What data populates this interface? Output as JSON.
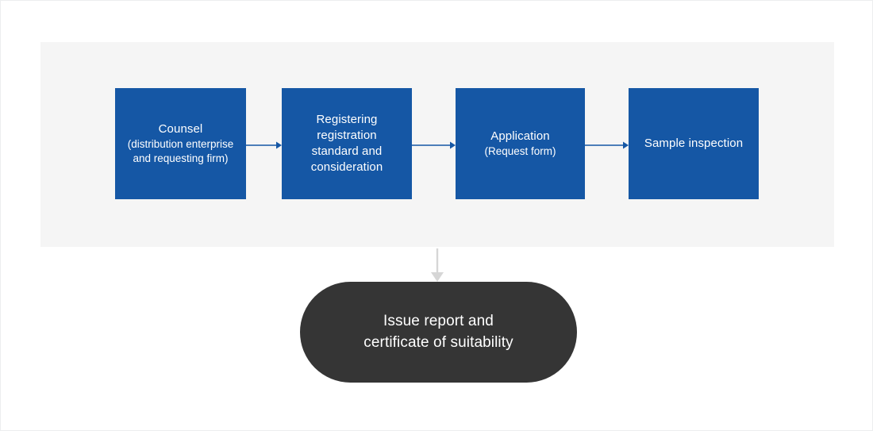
{
  "diagram": {
    "type": "process-flow",
    "orientation": "horizontal-then-down",
    "colors": {
      "step_fill": "#1557a5",
      "step_text": "#ffffff",
      "band_background": "#f5f5f5",
      "page_background": "#ffffff",
      "arrow_horizontal": "#1557a5",
      "arrow_vertical": "#d6d6d6",
      "result_fill": "#353535",
      "result_text": "#ffffff",
      "page_border": "#eceeef"
    },
    "steps": [
      {
        "index": 1,
        "title": "Counsel",
        "sub_line1": "(distribution enterprise",
        "sub_line2": "and requesting firm)"
      },
      {
        "index": 2,
        "title_line1": "Registering",
        "title_line2": "registration",
        "title_line3": "standard and",
        "title_line4": "consideration"
      },
      {
        "index": 3,
        "title": "Application",
        "sub_line1": "(Request form)"
      },
      {
        "index": 4,
        "title": "Sample inspection"
      }
    ],
    "connectors": [
      {
        "from": 1,
        "to": 2,
        "kind": "arrow-right"
      },
      {
        "from": 2,
        "to": 3,
        "kind": "arrow-right"
      },
      {
        "from": 3,
        "to": 4,
        "kind": "arrow-right"
      },
      {
        "from": 4,
        "to": "result",
        "kind": "arrow-down"
      }
    ],
    "result": {
      "line1": "Issue report and",
      "line2": "certificate of suitability"
    }
  }
}
